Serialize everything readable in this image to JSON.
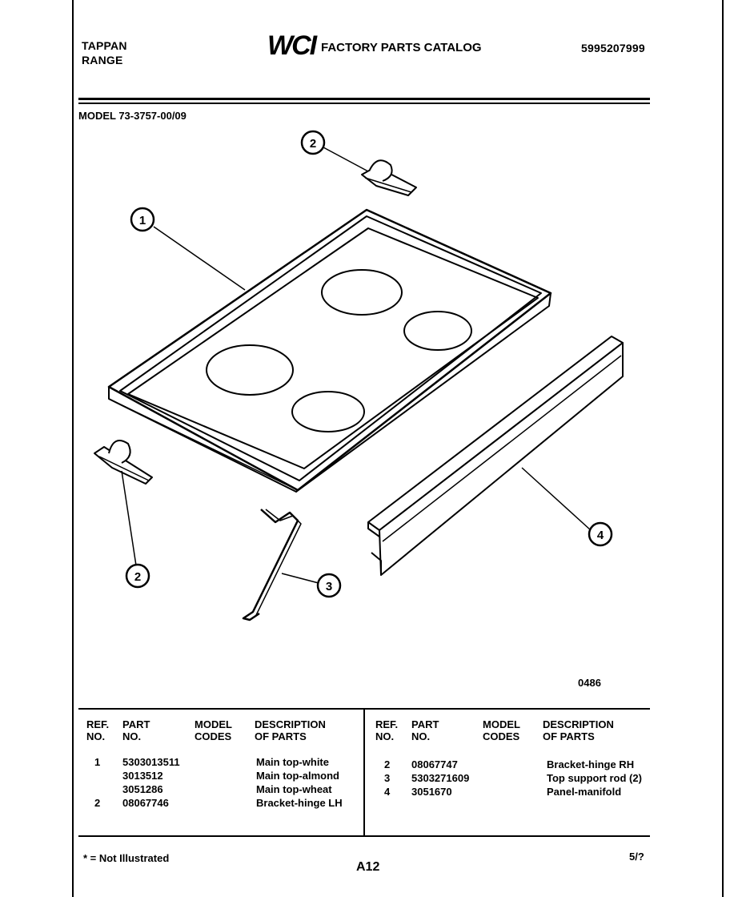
{
  "header": {
    "brand_line1": "TAPPAN",
    "brand_line2": "RANGE",
    "logo_text": "WCI",
    "catalog_title": "FACTORY PARTS CATALOG",
    "catalog_number": "5995207999",
    "model_label": "MODEL 73-3757-00/09"
  },
  "diagram": {
    "callouts": [
      "1",
      "2",
      "2",
      "3",
      "4"
    ],
    "drawing_code": "0486"
  },
  "table": {
    "headers": {
      "ref_no": "REF. NO.",
      "ref_line1": "REF.",
      "ref_line2": "NO.",
      "part_line1": "PART",
      "part_line2": "NO.",
      "model_line1": "MODEL",
      "model_line2": "CODES",
      "desc_line1": "DESCRIPTION",
      "desc_line2": "OF PARTS"
    },
    "left_rows": [
      {
        "ref": "1",
        "part": "5303013511",
        "codes": "",
        "desc": "Main top-white"
      },
      {
        "ref": "",
        "part": "3013512",
        "codes": "",
        "desc": "Main top-almond"
      },
      {
        "ref": "",
        "part": "3051286",
        "codes": "",
        "desc": "Main top-wheat"
      },
      {
        "ref": "2",
        "part": "08067746",
        "codes": "",
        "desc": "Bracket-hinge LH"
      }
    ],
    "right_rows": [
      {
        "ref": "2",
        "part": "08067747",
        "codes": "",
        "desc": "Bracket-hinge RH"
      },
      {
        "ref": "3",
        "part": "5303271609",
        "codes": "",
        "desc": "Top support rod (2)"
      },
      {
        "ref": "4",
        "part": "3051670",
        "codes": "",
        "desc": "Panel-manifold"
      }
    ]
  },
  "footer": {
    "note": "* = Not Illustrated",
    "page": "A12",
    "date_code": "5/?"
  }
}
